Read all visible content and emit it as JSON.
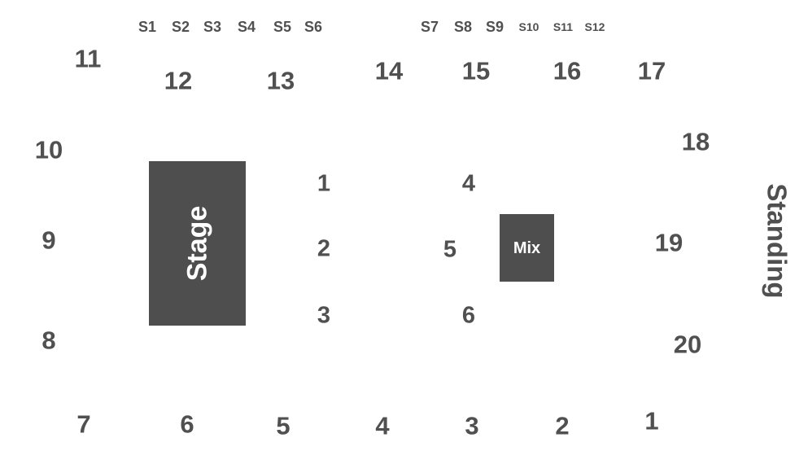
{
  "colors": {
    "text": "#505050",
    "block_fill": "#4e4e4e",
    "block_text": "#ffffff",
    "background": "#ffffff"
  },
  "blocks": {
    "stage_label": "Stage",
    "mix_label": "Mix"
  },
  "standing_label": "Standing",
  "top_sections": [
    "S1",
    "S2",
    "S3",
    "S4",
    "S5",
    "S6",
    "S7",
    "S8",
    "S9",
    "S10",
    "S11",
    "S12"
  ],
  "perimeter_sections": [
    "11",
    "12",
    "13",
    "14",
    "15",
    "16",
    "17",
    "18",
    "10",
    "9",
    "19",
    "8",
    "20",
    "7",
    "6",
    "5",
    "4",
    "3",
    "2",
    "1"
  ],
  "floor_sections": [
    "1",
    "2",
    "3",
    "4",
    "5",
    "6"
  ]
}
